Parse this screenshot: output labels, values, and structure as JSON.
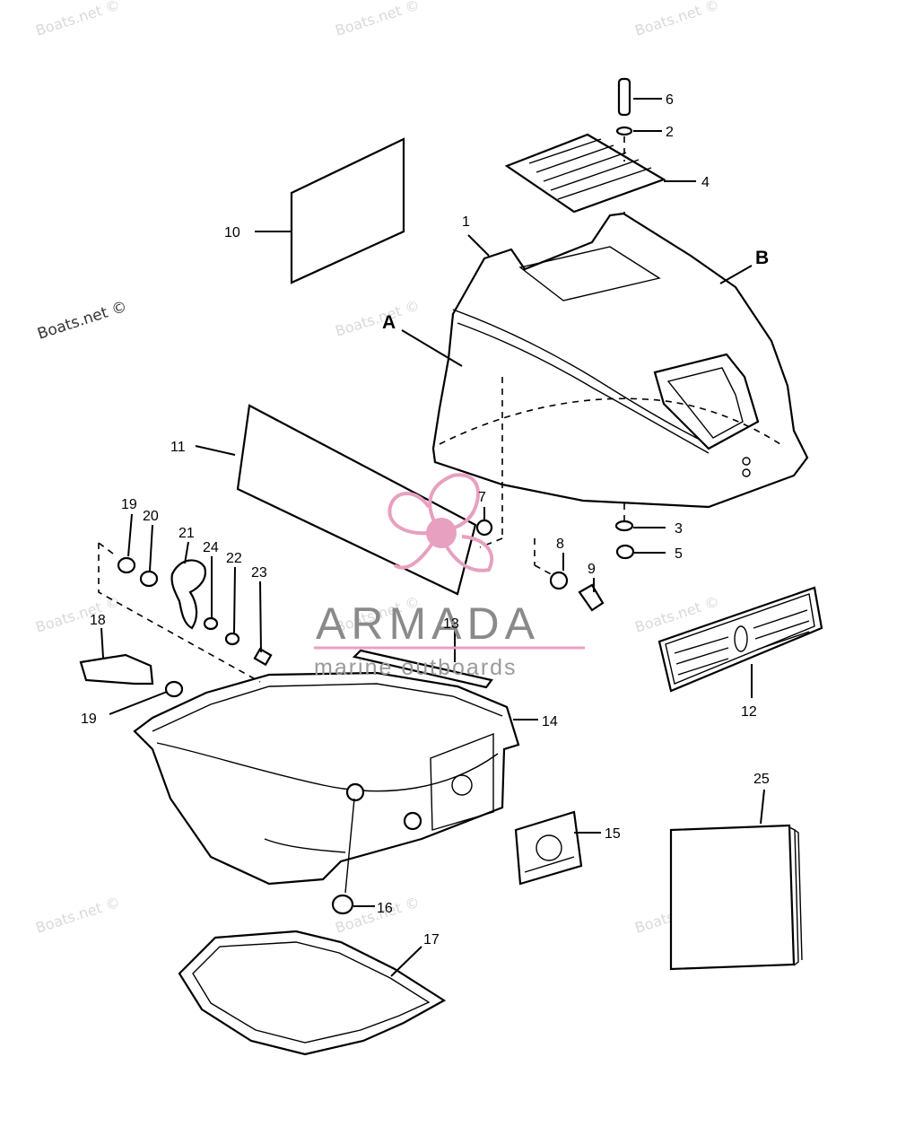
{
  "watermark": {
    "text": "Boats.net ©"
  },
  "brand": {
    "name": "ARMADA",
    "tagline": "marine outboards",
    "accent_color": "#e8a0c0",
    "text_color": "#8a8a8a"
  },
  "part_labels": {
    "p1": "1",
    "p2": "2",
    "p3": "3",
    "p4": "4",
    "p5": "5",
    "p6": "6",
    "p7": "7",
    "p8": "8",
    "p9": "9",
    "p10": "10",
    "p11": "11",
    "p12": "12",
    "p13": "13",
    "p14": "14",
    "p15": "15",
    "p16": "16",
    "p17": "17",
    "p18": "18",
    "p19a": "19",
    "p19b": "19",
    "p20": "20",
    "p21": "21",
    "p22": "22",
    "p23": "23",
    "p24": "24",
    "p25": "25"
  },
  "section_labels": {
    "a": "A",
    "b": "B"
  }
}
